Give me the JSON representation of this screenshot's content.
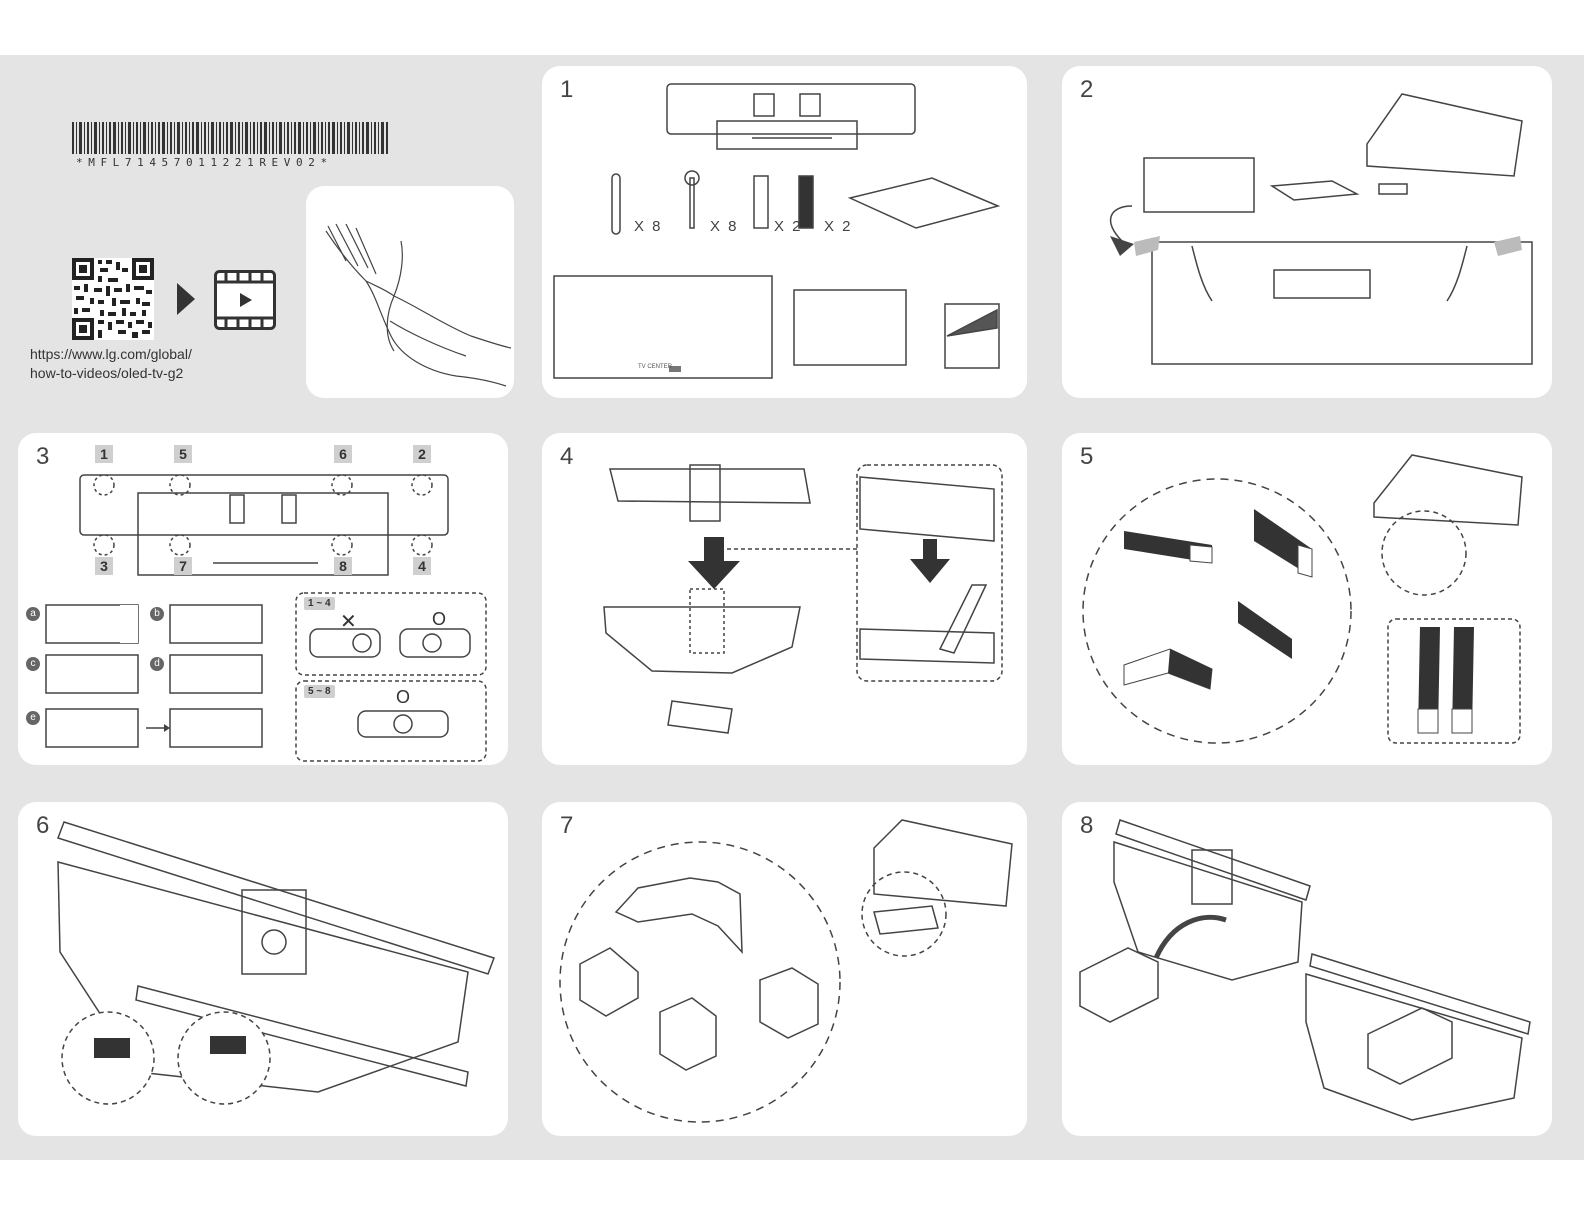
{
  "document": {
    "barcode_text": "*MFL71457011221REV02*",
    "video_url": "https://www.lg.com/global/\nhow-to-videos/oled-tv-g2",
    "video_icon": "play-video-icon",
    "qr_icon": "qr-code-icon"
  },
  "steps": [
    {
      "number": "1",
      "quantities": [
        "X 8",
        "X 8",
        "X 2",
        "X 2"
      ]
    },
    {
      "number": "2"
    },
    {
      "number": "3",
      "badges": [
        "1",
        "5",
        "6",
        "2",
        "3",
        "7",
        "8",
        "4"
      ],
      "letters": [
        "a",
        "b",
        "c",
        "d",
        "e"
      ],
      "ranges": [
        "1 ~ 4",
        "5 ~ 8"
      ],
      "marks": [
        "✕",
        "O",
        "O"
      ]
    },
    {
      "number": "4"
    },
    {
      "number": "5"
    },
    {
      "number": "6"
    },
    {
      "number": "7"
    },
    {
      "number": "8"
    }
  ],
  "tv_label": "TV CENTER",
  "colors": {
    "background": "#e4e4e4",
    "panel": "#ffffff",
    "ink": "#333333"
  }
}
